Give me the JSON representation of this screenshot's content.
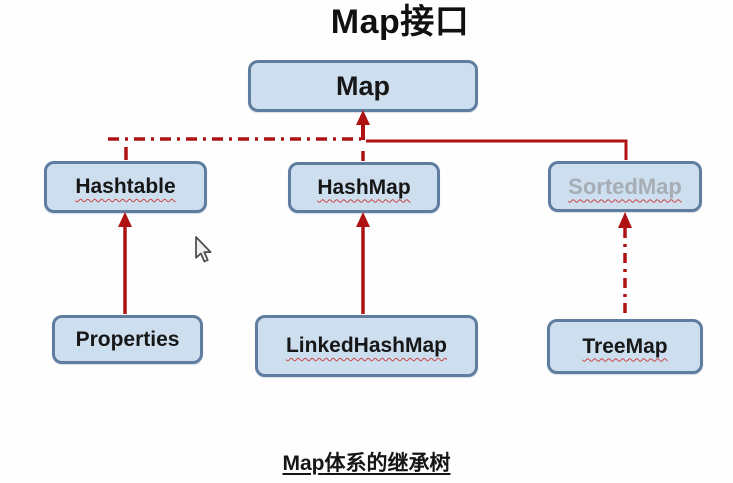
{
  "title": "Map接口",
  "caption": "Map体系的继承树",
  "diagram": {
    "nodes": [
      {
        "id": "map",
        "label": "Map",
        "muted": false,
        "spell_underline": false
      },
      {
        "id": "hashtable",
        "label": "Hashtable",
        "muted": false,
        "spell_underline": true
      },
      {
        "id": "hashmap",
        "label": "HashMap",
        "muted": false,
        "spell_underline": true
      },
      {
        "id": "sortedmap",
        "label": "SortedMap",
        "muted": true,
        "spell_underline": true
      },
      {
        "id": "properties",
        "label": "Properties",
        "muted": false,
        "spell_underline": false
      },
      {
        "id": "linkedhashmap",
        "label": "LinkedHashMap",
        "muted": false,
        "spell_underline": true
      },
      {
        "id": "treemap",
        "label": "TreeMap",
        "muted": false,
        "spell_underline": true
      }
    ],
    "edges": [
      {
        "from": "Hashtable",
        "to": "Map",
        "style": "dash-dot"
      },
      {
        "from": "HashMap",
        "to": "Map",
        "style": "solid"
      },
      {
        "from": "SortedMap",
        "to": "Map",
        "style": "solid"
      },
      {
        "from": "Properties",
        "to": "Hashtable",
        "style": "solid"
      },
      {
        "from": "LinkedHashMap",
        "to": "HashMap",
        "style": "solid"
      },
      {
        "from": "TreeMap",
        "to": "SortedMap",
        "style": "dash-dot"
      }
    ]
  },
  "colors": {
    "box_fill": "#cddeef",
    "box_border": "#5e7d9f",
    "arrow_red": "#ae1212",
    "muted_label": "#a6adb4",
    "spell_underline_red": "#cc4444",
    "text": "#151515",
    "background": "#fefefe"
  }
}
